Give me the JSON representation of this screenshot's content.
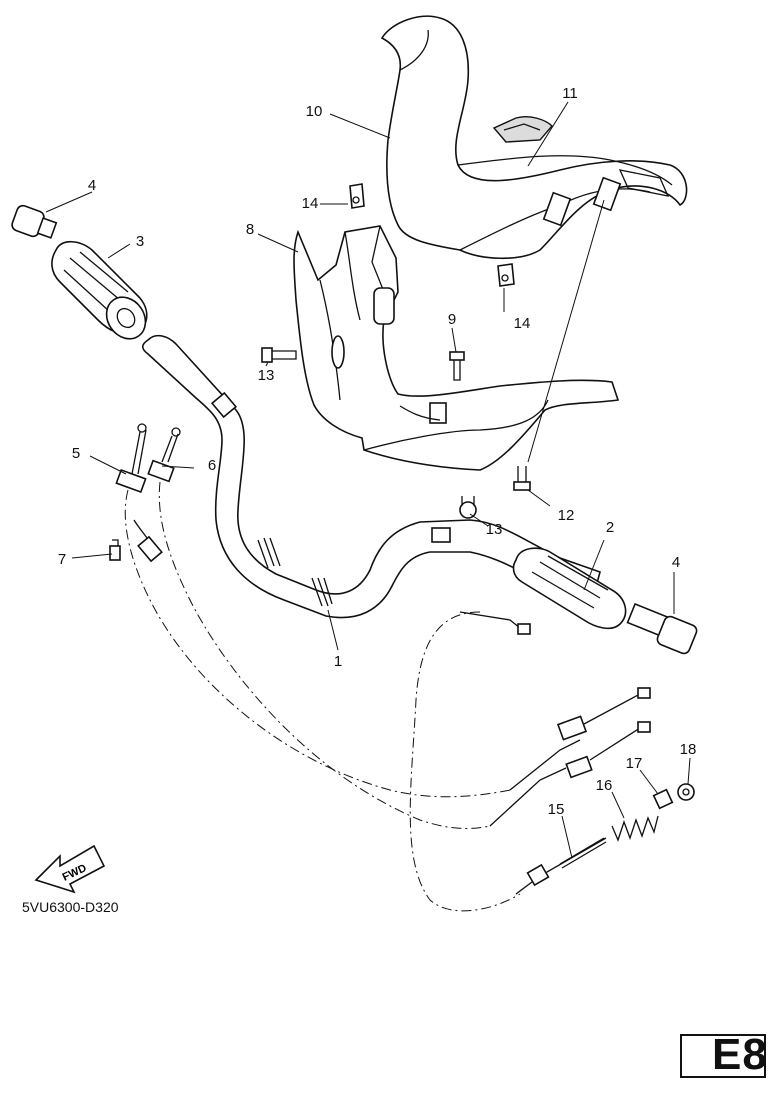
{
  "diagram": {
    "callouts": [
      "1",
      "2",
      "3",
      "4",
      "4",
      "5",
      "6",
      "7",
      "8",
      "9",
      "10",
      "11",
      "12",
      "13",
      "13",
      "14",
      "14",
      "15",
      "16",
      "17",
      "18"
    ],
    "fwd_arrow_label": "FWD",
    "drawing_code": "5VU6300-D320",
    "section_tag": "E8"
  }
}
